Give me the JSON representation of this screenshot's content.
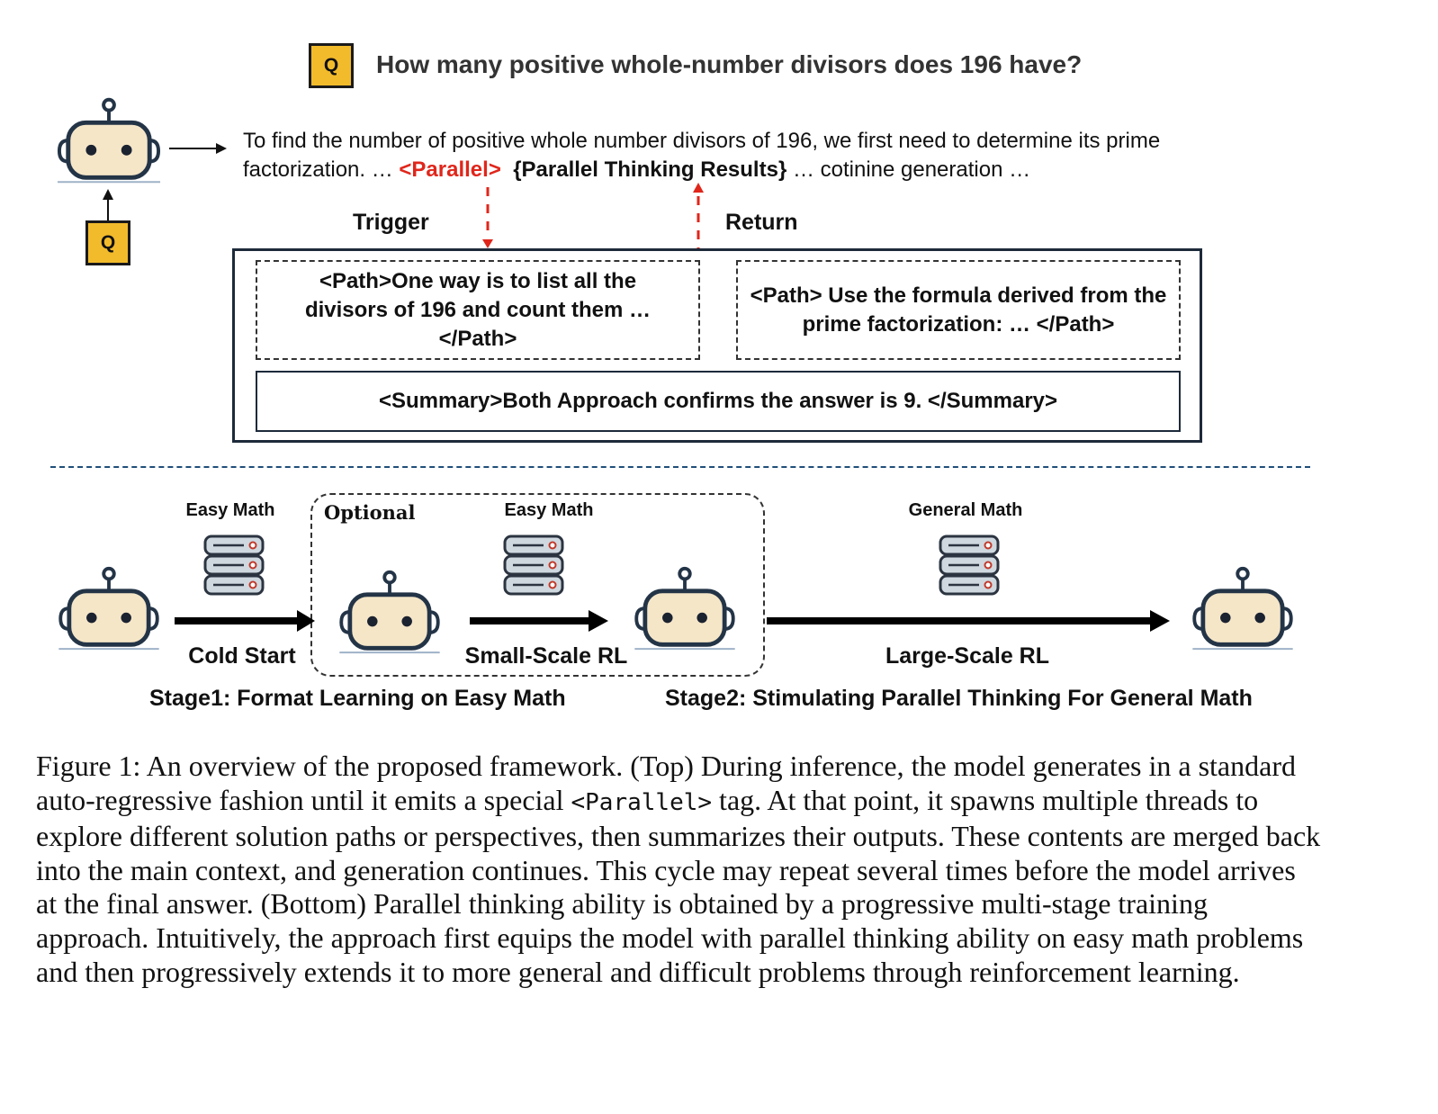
{
  "question": {
    "q_icon_label": "Q",
    "text": "How many positive whole-number divisors does 196 have?"
  },
  "generation": {
    "line1": "To find the number of positive whole number divisors of 196, we first need to  determine its prime",
    "line2_pre": "factorization. … ",
    "parallel_tag": "<Parallel>",
    "results": "{Parallel Thinking Results}",
    "line2_post": " … cotinine generation …"
  },
  "input_q_label": "Q",
  "trigger_label": "Trigger",
  "return_label": "Return",
  "path1": "<Path>One way is to list all the divisors of 196 and count them …</Path>",
  "path2": "<Path> Use the formula derived from the prime factorization: … </Path>",
  "summary": "<Summary>Both Approach confirms the answer is 9. </Summary>",
  "pipeline": {
    "optional_label": "Optional",
    "datasets": [
      "Easy Math",
      "Easy Math",
      "General Math"
    ],
    "arrows": [
      "Cold Start",
      "Small-Scale RL",
      "Large-Scale RL"
    ],
    "stage1": "Stage1: Format Learning on Easy Math",
    "stage2": "Stage2: Stimulating Parallel Thinking For General Math"
  },
  "caption": {
    "part1": "Figure 1: An overview of the proposed framework. (Top) During inference, the model generates in a standard auto-regressive fashion until it emits a special ",
    "code": "<Parallel>",
    "part2": " tag.  At that point, it spawns multiple threads to explore different solution paths or perspectives, then summarizes their outputs. These contents are merged back into the main context, and generation continues. This cycle may repeat several times before the model arrives at the final answer. (Bottom) Parallel thinking ability is obtained by a progressive multi-stage training approach. Intuitively, the approach first equips the model with parallel thinking ability on easy math problems and then progressively extends it to more general and difficult problems through reinforcement learning."
  },
  "colors": {
    "q_icon": "#f2bb2c",
    "parallel_tag": "#e0261b",
    "arrow_red": "#e0261b",
    "robot_face": "#f5e6c8",
    "robot_outline": "#243447",
    "separator": "#1f4e79"
  },
  "icons": [
    "robot-icon",
    "database-icon",
    "q-icon"
  ]
}
